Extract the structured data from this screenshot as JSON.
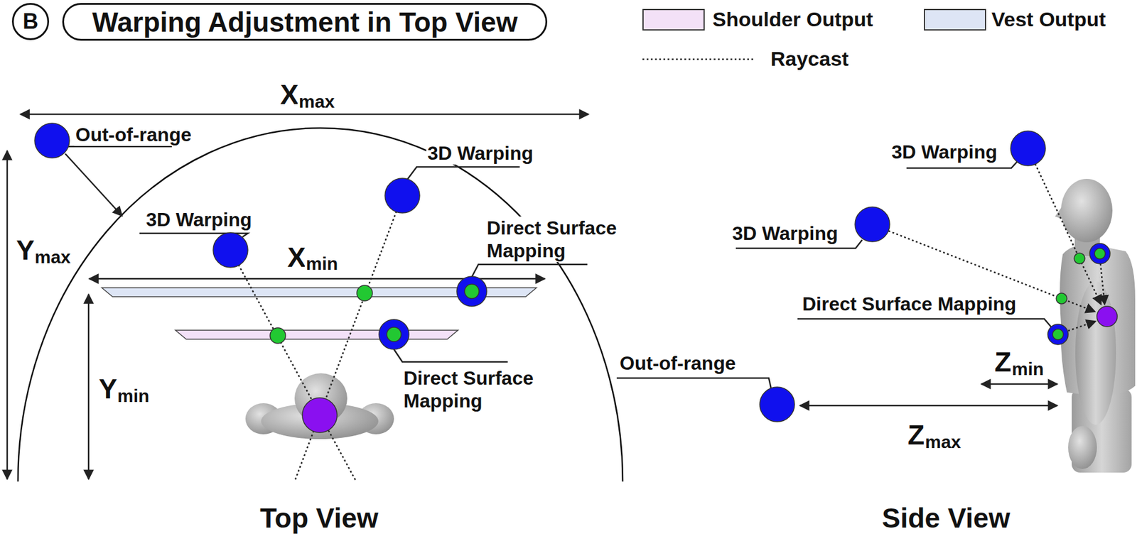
{
  "diagram": {
    "nodes": [
      {
        "text": [
          "B"
        ]
      },
      {
        "text": [
          "Warping Adjustment in Top View"
        ]
      }
    ],
    "labels": [
      "X",
      "max",
      "Out-of-range",
      "3D Warping",
      "3D Warping",
      "Y",
      "max",
      "X",
      "min",
      "Direct Surface Mapping",
      "Y",
      "min",
      "Direct Surface Mapping",
      "Top View",
      "3D Warping",
      "3D Warping",
      "Direct Surface Mapping",
      "Out-of-range",
      "Z",
      "min",
      "Z",
      "max",
      "Side View"
    ],
    "legend": [
      {
        "text": "Shoulder Output",
        "color": "#f3e1f7"
      },
      {
        "text": "Vest Output",
        "color": "#dde5f5"
      },
      {
        "text": "Raycast"
      }
    ]
  }
}
